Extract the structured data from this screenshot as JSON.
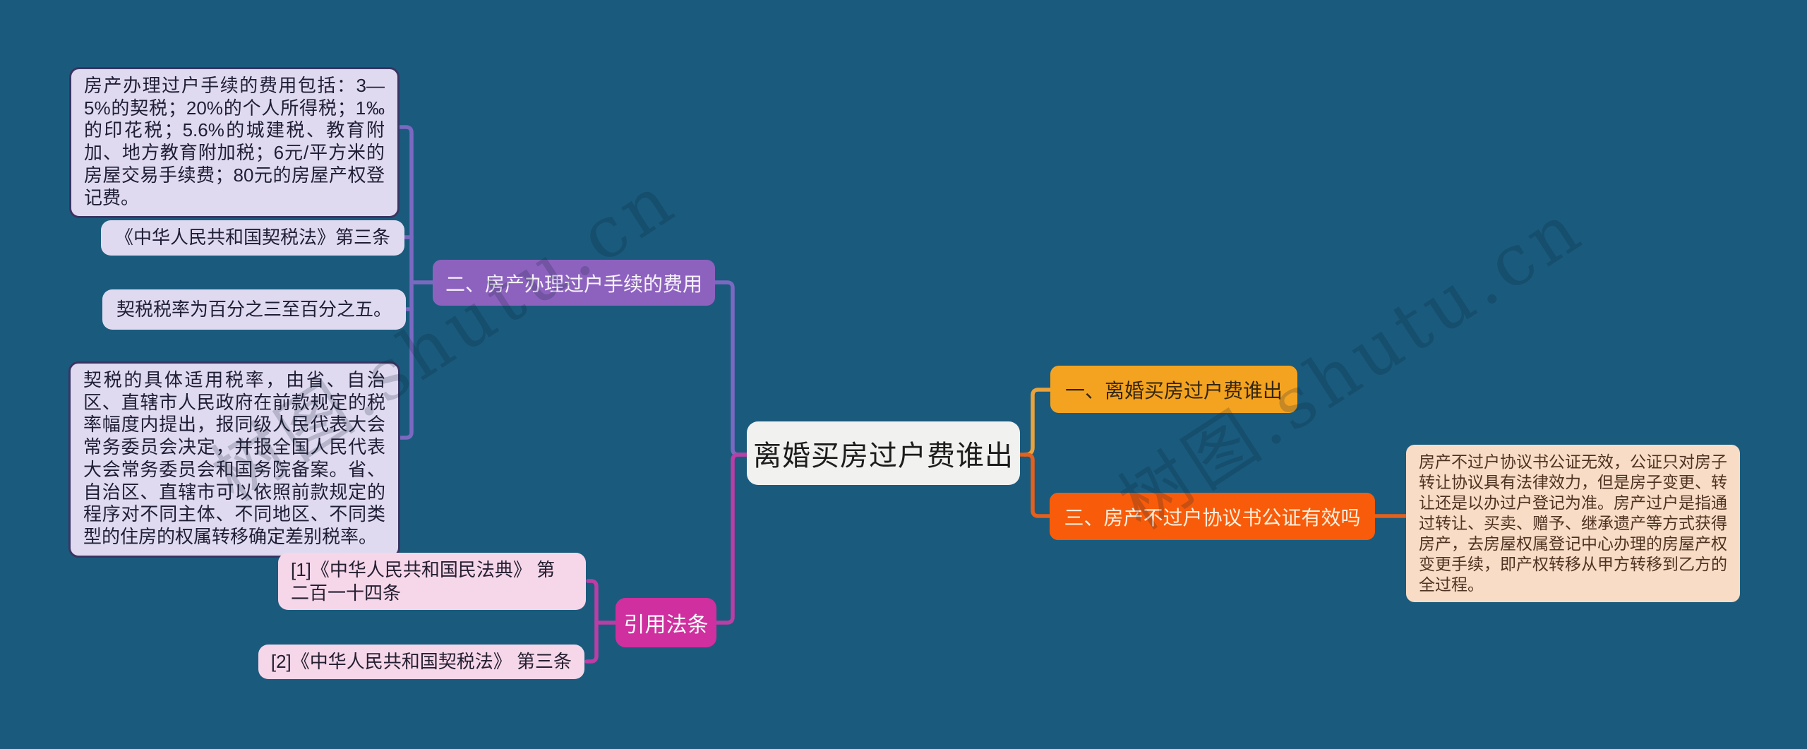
{
  "app": {
    "watermark_text": "树图.shutu.cn"
  },
  "mindmap": {
    "central": {
      "label": "离婚买房过户费谁出"
    },
    "branch_fee": {
      "label": "二、房产办理过户手续的费用",
      "children": [
        "房产办理过户手续的费用包括：3—5%的契税；20%的个人所得税；1‰的印花税；5.6%的城建税、教育附加、地方教育附加税；6元/平方米的房屋交易手续费；80元的房屋产权登记费。",
        "《中华人民共和国契税法》第三条",
        "契税税率为百分之三至百分之五。",
        "契税的具体适用税率，由省、自治区、直辖市人民政府在前款规定的税率幅度内提出，报同级人民代表大会常务委员会决定，并报全国人民代表大会常务委员会和国务院备案。省、自治区、直辖市可以依照前款规定的程序对不同主体、不同地区、不同类型的住房的权属转移确定差别税率。"
      ]
    },
    "branch_one": {
      "label": "一、离婚买房过户费谁出"
    },
    "branch_three": {
      "label": "三、房产不过户协议书公证有效吗",
      "detail": "房产不过户协议书公证无效，公证只对房子转让协议具有法律效力，但是房子变更、转让还是以办过户登记为准。房产过户是指通过转让、买卖、赠予、继承遗产等方式获得房产，去房屋权属登记中心办理的房屋产权变更手续，即产权转移从甲方转移到乙方的全过程。"
    },
    "branch_citations": {
      "label": "引用法条",
      "children": [
        "[1]《中华人民共和国民法典》 第二百一十四条",
        "[2]《中华人民共和国契税法》 第三条"
      ]
    }
  },
  "colors": {
    "background": "#1a5b7d",
    "central_box": "#f1f1ef",
    "branch_fee": "#8d62bf",
    "branch_one": "#f4a321",
    "branch_three": "#f85c0a",
    "branch_citations": "#cf2f9f",
    "child_box": "#e0daf0",
    "child_box_border": "#3a3462",
    "cite_box": "#f6d6e9",
    "detail_box": "#f9dcc6",
    "connector_purple": "#7b69c1",
    "connector_magenta": "#bb3da6",
    "connector_amber": "#eaa33c",
    "connector_orange": "#e4601c"
  }
}
